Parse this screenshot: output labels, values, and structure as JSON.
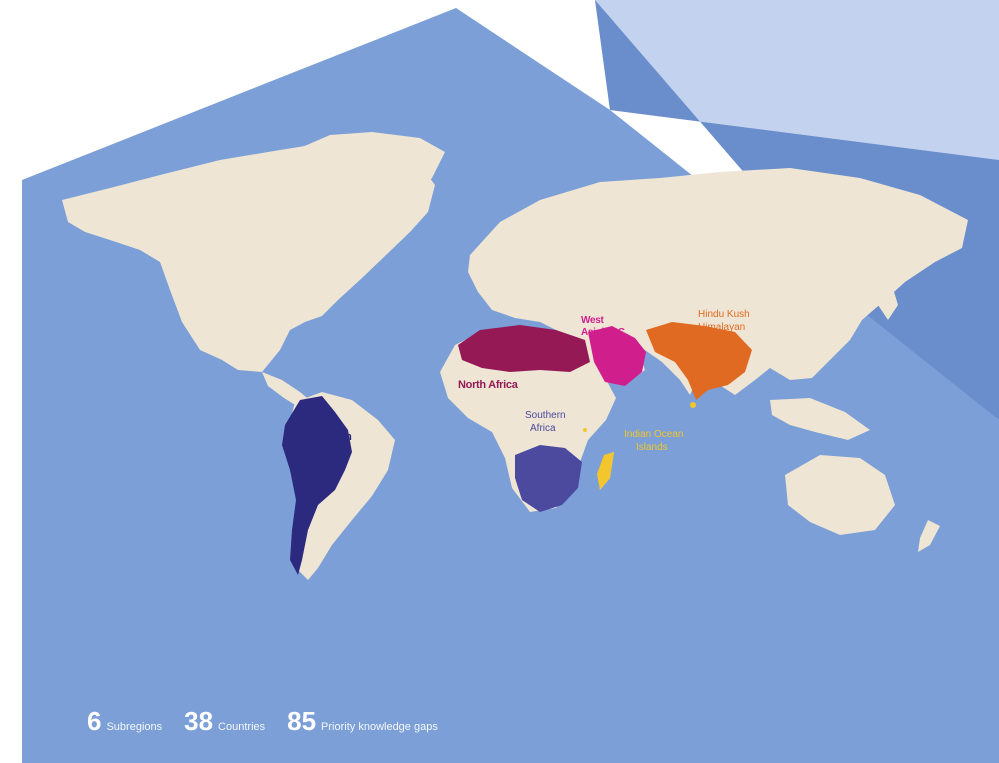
{
  "colors": {
    "ocean": "#7b9fd6",
    "panel_dark": "#6a8dcb",
    "panel_light": "#c3d2ee",
    "land": "#eee5d5",
    "andean": "#2c2a7e",
    "north_africa": "#941955",
    "west_asia_gcc": "#d01f8d",
    "hindu_kush": "#e06a22",
    "southern_africa": "#4b4a9e",
    "indian_ocean": "#f2c62c"
  },
  "regions": {
    "andean": "Andean",
    "north_africa": "North Africa",
    "west_asia_line1": "West",
    "west_asia_line2": "Asia/GCC",
    "hindu_kush_line1": "Hindu Kush",
    "hindu_kush_line2": "Himalayan",
    "southern_africa_line1": "Southern",
    "southern_africa_line2": "Africa",
    "indian_ocean_line1": "Indian Ocean",
    "indian_ocean_line2": "Islands"
  },
  "stats": [
    {
      "number": "6",
      "label": "Subregions"
    },
    {
      "number": "38",
      "label": "Countries"
    },
    {
      "number": "85",
      "label": "Priority knowledge gaps"
    }
  ]
}
